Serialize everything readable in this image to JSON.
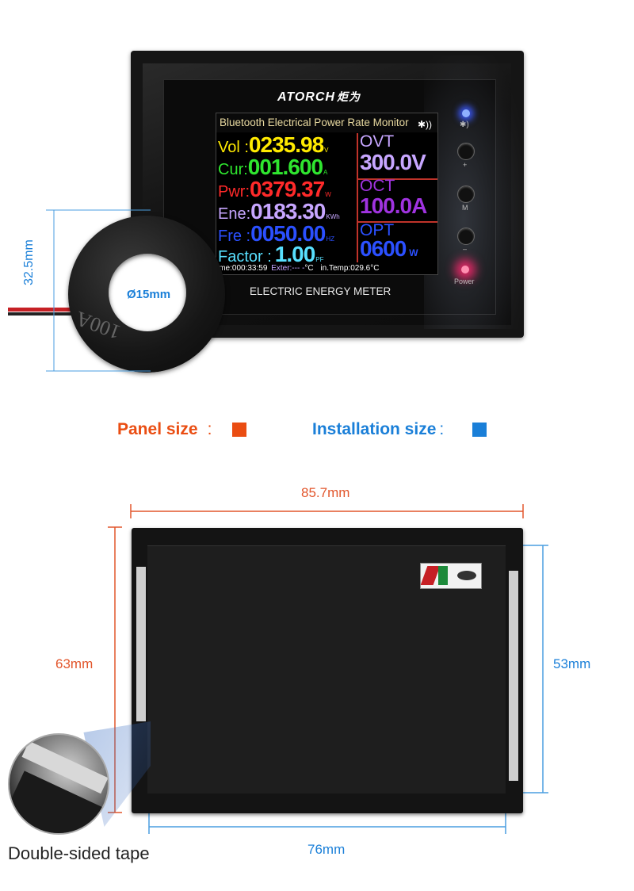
{
  "device": {
    "brand": "ATORCH",
    "brand_cn": "炬为",
    "screen": {
      "header": "Bluetooth Electrical Power Rate Monitor",
      "rows": [
        {
          "label": "Vol :",
          "value": "0235.98",
          "unit": "V",
          "label_color": "#ffea00",
          "value_color": "#ffea00"
        },
        {
          "label": "Cur:",
          "value": "001.600",
          "unit": "A",
          "label_color": "#2fe62f",
          "value_color": "#2fe62f"
        },
        {
          "label": "Pwr:",
          "value": "0379.37",
          "unit": "W",
          "label_color": "#ff2a2a",
          "value_color": "#ff2a2a"
        },
        {
          "label": "Ene:",
          "value": "0183.30",
          "unit": "KWh",
          "label_color": "#c7a6ff",
          "value_color": "#c7a6ff"
        },
        {
          "label": "Fre :",
          "value": "0050.00",
          "unit": "HZ",
          "label_color": "#2b50ff",
          "value_color": "#2b50ff"
        },
        {
          "label": "Factor :",
          "value": "1.00",
          "unit": "PF",
          "label_color": "#58e0ff",
          "value_color": "#58e0ff"
        }
      ],
      "right": [
        {
          "title": "OVT",
          "value": "300.0V",
          "color_t": "#c7a6ff",
          "color_v": "#c7a6ff"
        },
        {
          "title": "OCT",
          "value": "100.0A",
          "color_t": "#a033e0",
          "color_v": "#a033e0"
        },
        {
          "title": "OPT",
          "value": "0600",
          "unit": "W",
          "color_t": "#2b50ff",
          "color_v": "#2b50ff"
        }
      ],
      "footer": {
        "time_label": "ime:",
        "time": "000:33:59",
        "exter": "Exter:--- -",
        "exter_unit": "°C",
        "intemp_label": "in.Temp:",
        "intemp": "029.6",
        "intemp_unit": "°C"
      }
    },
    "label": "ELECTRIC ENERGY METER",
    "buttons": {
      "plus": "+",
      "m": "M",
      "minus": "–",
      "power": "Power"
    },
    "ct": {
      "rating": "100A",
      "hole": "Ø15mm",
      "height": "32.5mm"
    }
  },
  "legend": {
    "panel": "Panel size",
    "panel_sep": ":",
    "install": "Installation size",
    "install_sep": ":",
    "colors": {
      "panel": "#ea4d12",
      "install": "#1a7fd8"
    }
  },
  "dimensions": {
    "panel_width": "85.7mm",
    "panel_height": "63mm",
    "install_width": "76mm",
    "install_height": "53mm"
  },
  "tape_caption": "Double-sided tape"
}
